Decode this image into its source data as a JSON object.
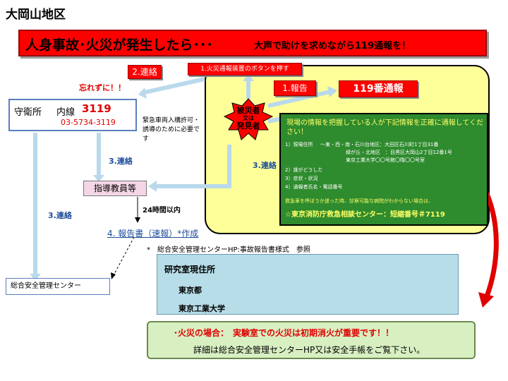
{
  "title": "大岡山地区",
  "banner": {
    "main": "人身事故･火災が発生したら･･･",
    "sub": "大声で助けを求めながら119通報を！"
  },
  "steps": {
    "alarm_button": "1.火災通報装置のボタンを押す",
    "report_1": "1.報告",
    "call_119": "119番通報",
    "contact_2": "2.連絡",
    "dont_forget": "忘れずに！！",
    "contact_3a": "3.連絡",
    "contact_3b": "3.連絡",
    "contact_3c": "3.連絡",
    "within_24h": "24時間以内",
    "report_4": "4. 報告書（速報）*作成"
  },
  "guard": {
    "label": "守衛所",
    "ext_label": "内線",
    "ext_number": "3119",
    "phone": "03-5734-3119"
  },
  "guard_note": "緊急車両入構許可・誘導のために必要です",
  "discoverer": {
    "line1": "被災者",
    "line2": "又は",
    "line3": "発見者"
  },
  "green": {
    "heading": "現場の情報を把握している人が下記情報を正確に通報してください！",
    "item1_label": "1）現場住所",
    "item1_a": "～東・西・南・石川台地区：大田区石川町1丁目31番",
    "item1_b": "緑が丘・北地区　：目黒区大岡山2丁目12番1号",
    "item1_c": "東京工業大学〇〇号館〇階〇〇号室",
    "item2": "2）誰がどうした",
    "item3": "3）症状・状況",
    "item4": "4）通報者氏名・電話番号",
    "note": "救急車を呼ぼうか迷った時、診察可能な病院がわからない場合は、",
    "consult": "☆東京消防庁救急相談センター：短縮番号＃7119"
  },
  "instructor": "指導教員等",
  "center": "総合安全管理センター",
  "footnote": "*　総合安全管理センターHP:事故報告書様式　参照",
  "lab": {
    "title": "研究室現住所",
    "line1": "東京都",
    "line2": "東京工業大学"
  },
  "scroll": {
    "line1": "･火災の場合：　実験室での火災は初期消火が重要です！！",
    "line2": "詳細は総合安全管理センターHP又は安全手帳をご覧下さい。"
  },
  "colors": {
    "red": "#ff0000",
    "yellow": "#ffff99",
    "green": "#2e8b2e",
    "light_blue_arrow": "#b9d9ec",
    "lab_box": "#b7dde8",
    "scroll": "#d8efc2"
  }
}
